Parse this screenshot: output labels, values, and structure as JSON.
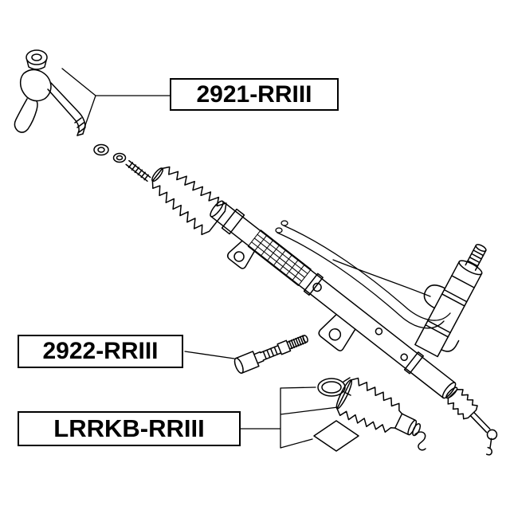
{
  "labels": {
    "tie_rod_end": "2921-RRIII",
    "inner_tie_rod": "2922-RRIII",
    "boot_kit": "LRRKB-RRIII"
  },
  "colors": {
    "line": "#000000",
    "background": "#ffffff"
  }
}
